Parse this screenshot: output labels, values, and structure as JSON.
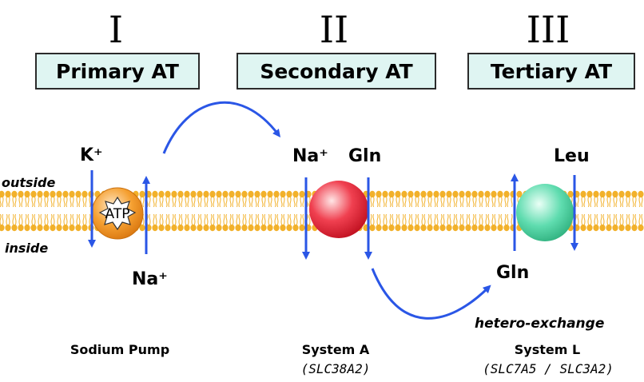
{
  "stages": [
    {
      "numeral": "I",
      "title": "Primary AT"
    },
    {
      "numeral": "II",
      "title": "Secondary AT"
    },
    {
      "numeral": "III",
      "title": "Tertiary AT"
    }
  ],
  "membrane": {
    "outside_label": "outside",
    "inside_label": "inside",
    "color": "#f2b12a"
  },
  "pump": {
    "atp_label": "ATP",
    "k_label": "K⁺",
    "na_label": "Na⁺",
    "caption": "Sodium Pump",
    "color": "#f5a031"
  },
  "system_a": {
    "na_label": "Na⁺",
    "gln_label": "Gln",
    "caption": "System A",
    "gene": "(SLC38A2)",
    "color": "#e21a2e"
  },
  "system_l": {
    "leu_label": "Leu",
    "gln_label": "Gln",
    "exchange_label": "hetero-exchange",
    "caption": "System L",
    "gene": "(SLC7A5 / SLC3A2)",
    "color": "#42d4a3"
  },
  "arrow_color": "#2a56e6"
}
